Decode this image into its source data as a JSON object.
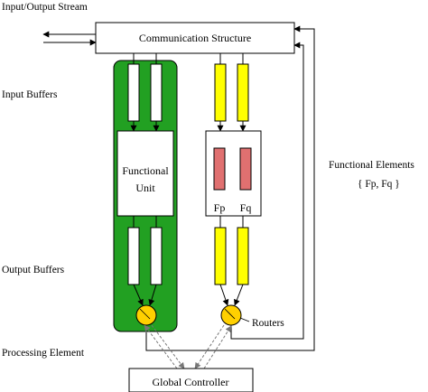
{
  "labels": {
    "io_stream": "Input/Output Stream",
    "input_buffers": "Input Buffers",
    "output_buffers": "Output Buffers",
    "processing_element": "Processing Element",
    "functional_elements": "Functional Elements",
    "fp_fq_set": "{ Fp, Fq }",
    "routers": "Routers"
  },
  "boxes": {
    "communication_structure": "Communication Structure",
    "functional_unit_line1": "Functional",
    "functional_unit_line2": "Unit",
    "global_controller": "Global Controller",
    "fp": "Fp",
    "fq": "Fq"
  },
  "colors": {
    "processing_element_fill": "#22a022",
    "buffer_yellow": "#ffff00",
    "router_fill": "#ffd000",
    "fp_fq_fill": "#e07070",
    "stroke": "#000000",
    "dashed_stroke": "#777777"
  }
}
